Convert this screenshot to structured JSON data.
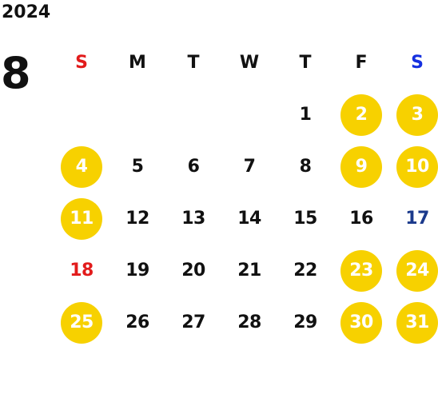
{
  "year": "2024",
  "month": "8",
  "weekdays": [
    "S",
    "M",
    "T",
    "W",
    "T",
    "F",
    "S"
  ],
  "colors": {
    "highlight": "#F7D100",
    "sunday_header": "#E21B1B",
    "saturday_header": "#1530E0",
    "holiday_red": "#E21B1B",
    "saturday_blue": "#1B3A8C",
    "text": "#111111"
  },
  "days": [
    {
      "label": "1",
      "col": 5,
      "style": "normal"
    },
    {
      "label": "2",
      "col": 6,
      "style": "highlight"
    },
    {
      "label": "3",
      "col": 7,
      "style": "highlight"
    },
    {
      "label": "4",
      "col": 1,
      "style": "highlight"
    },
    {
      "label": "5",
      "col": 2,
      "style": "normal"
    },
    {
      "label": "6",
      "col": 3,
      "style": "normal"
    },
    {
      "label": "7",
      "col": 4,
      "style": "normal"
    },
    {
      "label": "8",
      "col": 5,
      "style": "normal"
    },
    {
      "label": "9",
      "col": 6,
      "style": "highlight"
    },
    {
      "label": "10",
      "col": 7,
      "style": "highlight"
    },
    {
      "label": "11",
      "col": 1,
      "style": "highlight"
    },
    {
      "label": "12",
      "col": 2,
      "style": "normal"
    },
    {
      "label": "13",
      "col": 3,
      "style": "normal"
    },
    {
      "label": "14",
      "col": 4,
      "style": "normal"
    },
    {
      "label": "15",
      "col": 5,
      "style": "normal"
    },
    {
      "label": "16",
      "col": 6,
      "style": "normal"
    },
    {
      "label": "17",
      "col": 7,
      "style": "blue"
    },
    {
      "label": "18",
      "col": 1,
      "style": "red"
    },
    {
      "label": "19",
      "col": 2,
      "style": "normal"
    },
    {
      "label": "20",
      "col": 3,
      "style": "normal"
    },
    {
      "label": "21",
      "col": 4,
      "style": "normal"
    },
    {
      "label": "22",
      "col": 5,
      "style": "normal"
    },
    {
      "label": "23",
      "col": 6,
      "style": "highlight"
    },
    {
      "label": "24",
      "col": 7,
      "style": "highlight"
    },
    {
      "label": "25",
      "col": 1,
      "style": "highlight"
    },
    {
      "label": "26",
      "col": 2,
      "style": "normal"
    },
    {
      "label": "27",
      "col": 3,
      "style": "normal"
    },
    {
      "label": "28",
      "col": 4,
      "style": "normal"
    },
    {
      "label": "29",
      "col": 5,
      "style": "normal"
    },
    {
      "label": "30",
      "col": 6,
      "style": "highlight"
    },
    {
      "label": "31",
      "col": 7,
      "style": "highlight"
    }
  ]
}
